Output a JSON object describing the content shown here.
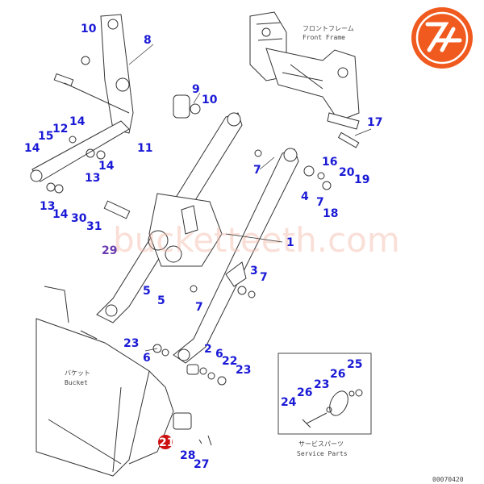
{
  "logo": {
    "text": "ZH",
    "color": "#f05a1e"
  },
  "watermark": "bucketteeth.com",
  "labels": {
    "front_frame_jp": "フロントフレーム",
    "front_frame_en": "Front Frame",
    "bucket_jp": "バケット",
    "bucket_en": "Bucket",
    "service_jp": "サービスパーツ",
    "service_en": "Service Parts",
    "drawing_code": "00070420"
  },
  "callouts": [
    "10",
    "8",
    "9",
    "10",
    "14",
    "12",
    "15",
    "11",
    "14",
    "13",
    "14",
    "13",
    "14",
    "30",
    "31",
    "29",
    "1",
    "7",
    "17",
    "16",
    "20",
    "19",
    "4",
    "7",
    "18",
    "3",
    "7",
    "5",
    "5",
    "7",
    "23",
    "6",
    "2",
    "6",
    "22",
    "23",
    "21",
    "28",
    "27",
    "25",
    "26",
    "23",
    "26",
    "24"
  ],
  "colors": {
    "callout": "#1a1ad6",
    "highlight": "#cc1111"
  }
}
